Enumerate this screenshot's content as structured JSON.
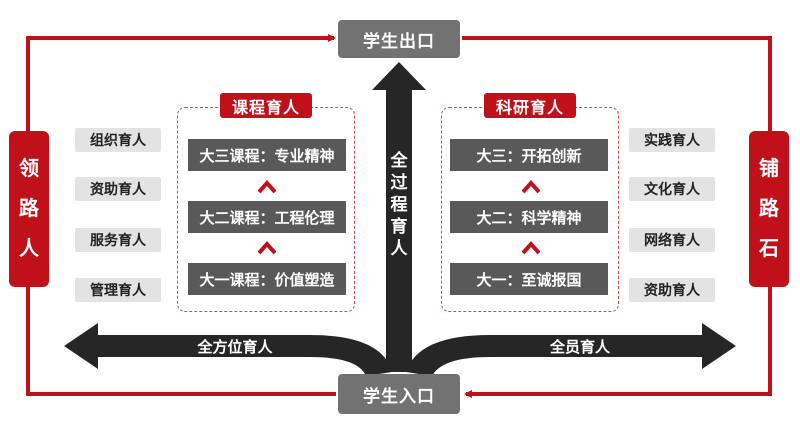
{
  "nodes": {
    "exit": "学生出口",
    "entry": "学生入口"
  },
  "side_labels": {
    "left": [
      "领",
      "路",
      "人"
    ],
    "right": [
      "铺",
      "路",
      "石"
    ]
  },
  "left_tags": [
    "组织育人",
    "资助育人",
    "服务育人",
    "管理育人"
  ],
  "right_tags": [
    "实践育人",
    "文化育人",
    "网络育人",
    "资助育人"
  ],
  "course_group": {
    "title": "课程育人",
    "steps": [
      "大三课程：专业精神",
      "大二课程：工程伦理",
      "大一课程：价值塑造"
    ]
  },
  "research_group": {
    "title": "科研育人",
    "steps": [
      "大三：开拓创新",
      "大二：科学精神",
      "大一：至诚报国"
    ]
  },
  "arrows": {
    "center_vertical": [
      "全",
      "过",
      "程",
      "育",
      "人"
    ],
    "left": "全方位育人",
    "right": "全员育人"
  },
  "colors": {
    "red": "#c0111b",
    "dark_arrow": "#262626",
    "node_grey": "#727272",
    "step_grey": "#595959",
    "tag_grey": "#e3e3e3"
  }
}
